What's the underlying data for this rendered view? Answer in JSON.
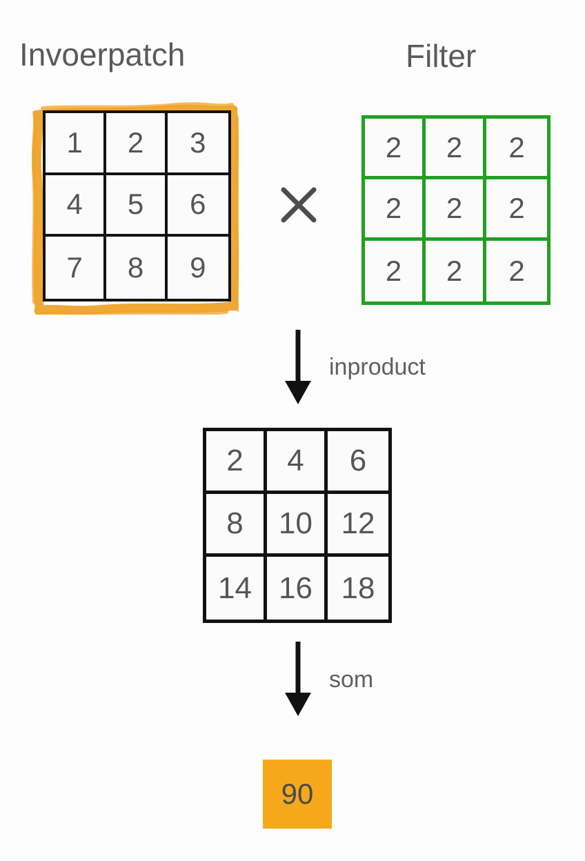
{
  "diagram": {
    "titles": {
      "input_patch": "Invoerpatch",
      "filter": "Filter"
    },
    "operator": {
      "multiply_symbol": "×"
    },
    "input_patch": {
      "name": "Invoerpatch",
      "highlight_color": "#f0a42a",
      "border_color": "#121212",
      "rows": [
        [
          "1",
          "2",
          "3"
        ],
        [
          "4",
          "5",
          "6"
        ],
        [
          "7",
          "8",
          "9"
        ]
      ],
      "values_flat": [
        "1",
        "2",
        "3",
        "4",
        "5",
        "6",
        "7",
        "8",
        "9"
      ]
    },
    "filter": {
      "name": "Filter",
      "border_color": "#22a022",
      "rows": [
        [
          "2",
          "2",
          "2"
        ],
        [
          "2",
          "2",
          "2"
        ],
        [
          "2",
          "2",
          "2"
        ]
      ],
      "values_flat": [
        "2",
        "2",
        "2",
        "2",
        "2",
        "2",
        "2",
        "2",
        "2"
      ]
    },
    "steps": [
      {
        "label": "inproduct",
        "icon": "down-arrow-icon"
      },
      {
        "label": "som",
        "icon": "down-arrow-icon"
      }
    ],
    "elementwise_product": {
      "border_color": "#121212",
      "rows": [
        [
          "2",
          "4",
          "6"
        ],
        [
          "8",
          "10",
          "12"
        ],
        [
          "14",
          "16",
          "18"
        ]
      ],
      "values_flat": [
        "2",
        "4",
        "6",
        "8",
        "10",
        "12",
        "14",
        "16",
        "18"
      ]
    },
    "result": {
      "value": "90",
      "background_color": "#f7a81a",
      "text_color": "#4a4a4a"
    }
  }
}
